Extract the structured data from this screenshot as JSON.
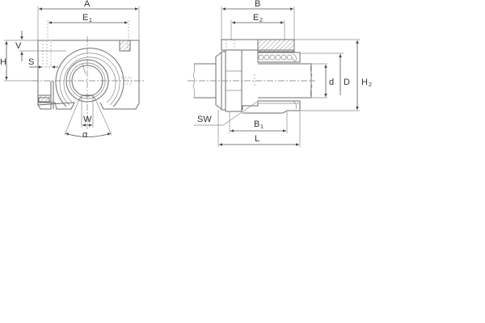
{
  "drawing": {
    "front_view": {
      "labels": {
        "A": "A",
        "E1_main": "E",
        "E1_sub": "1",
        "H": "H",
        "V": "V",
        "S": "S",
        "W": "W",
        "alpha": "α"
      }
    },
    "side_view": {
      "labels": {
        "B": "B",
        "E2_main": "E",
        "E2_sub": "2",
        "B1_main": "B",
        "B1_sub": "1",
        "L": "L",
        "SW": "SW",
        "d": "d",
        "D": "D",
        "H2_main": "H",
        "H2_sub": "2"
      }
    },
    "colors": {
      "line": "#6e6e6e",
      "dimension": "#555555",
      "text": "#333333",
      "background": "#ffffff"
    }
  }
}
